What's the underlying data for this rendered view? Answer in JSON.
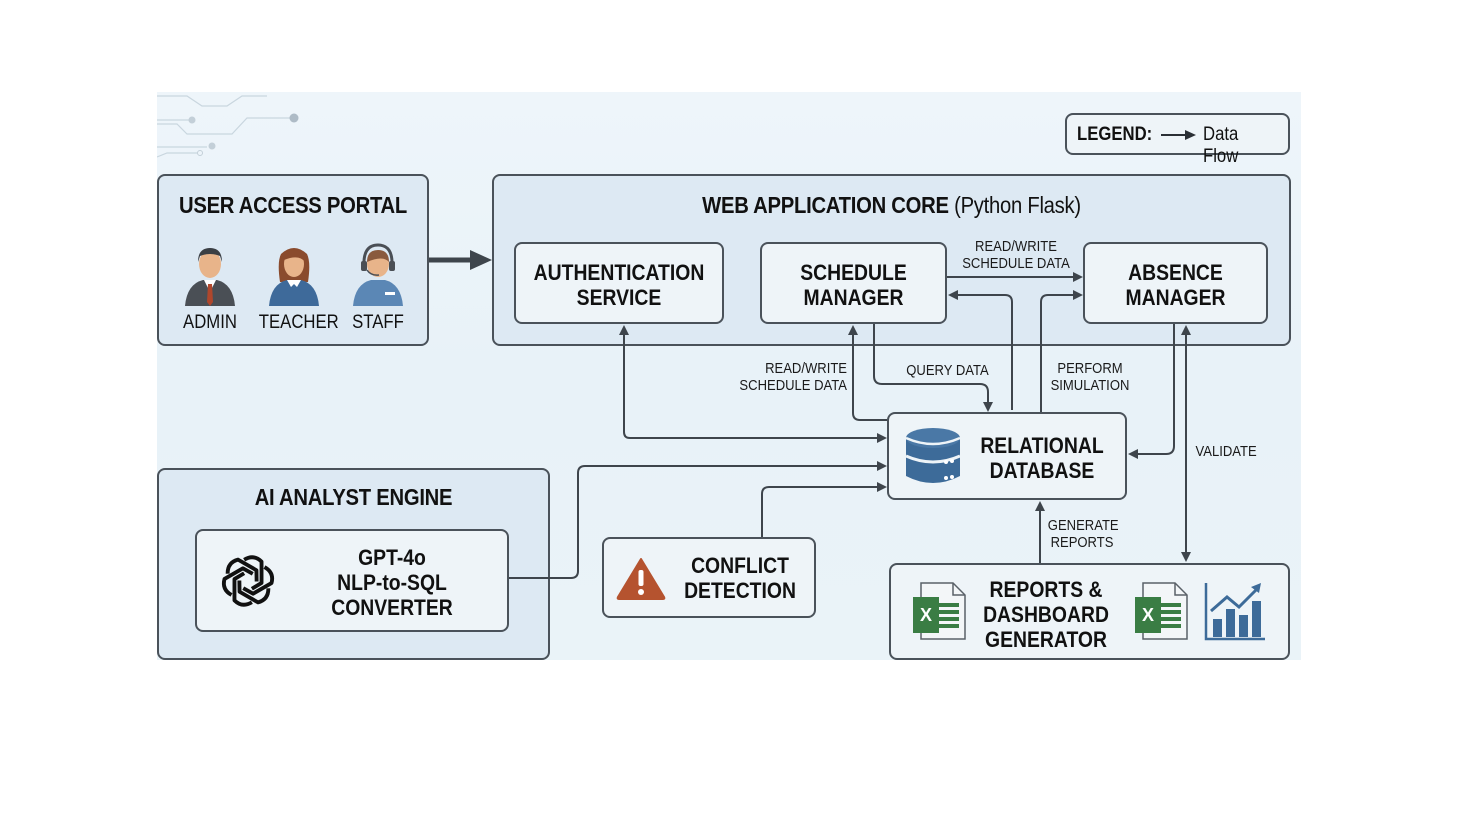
{
  "legend": {
    "title": "LEGEND:",
    "arrow_icon": "right-arrow-icon",
    "value": "Data Flow"
  },
  "user_access_portal": {
    "title": "USER ACCESS PORTAL",
    "roles": [
      {
        "label": "ADMIN",
        "icon": "admin-person-icon"
      },
      {
        "label": "TEACHER",
        "icon": "teacher-person-icon"
      },
      {
        "label": "STAFF",
        "icon": "staff-headset-person-icon"
      }
    ]
  },
  "web_app_core": {
    "title_bold": "WEB APPLICATION CORE",
    "title_light": "(Python Flask)",
    "components": {
      "auth": {
        "line1": "AUTHENTICATION",
        "line2": "SERVICE"
      },
      "schedule": {
        "line1": "SCHEDULE",
        "line2": "MANAGER"
      },
      "absence": {
        "line1": "ABSENCE",
        "line2": "MANAGER"
      }
    }
  },
  "database": {
    "line1": "RELATIONAL",
    "line2": "DATABASE",
    "icon": "database-icon"
  },
  "ai_engine": {
    "title": "AI ANALYST ENGINE",
    "component": {
      "line1": "GPT-4o",
      "line2": "NLP-to-SQL",
      "line3": "CONVERTER",
      "icon": "openai-logo-icon"
    }
  },
  "conflict": {
    "line1": "CONFLICT",
    "line2": "DETECTION",
    "icon": "warning-icon"
  },
  "reports": {
    "line1": "REPORTS &",
    "line2": "DASHBOARD",
    "line3": "GENERATOR",
    "icons": [
      "excel-file-icon",
      "excel-file-icon",
      "bar-chart-trend-icon"
    ]
  },
  "flow_labels": {
    "sched_to_absence": {
      "line1": "READ/WRITE",
      "line2": "SCHEDULE DATA"
    },
    "sched_db": {
      "line1": "READ/WRITE",
      "line2": "SCHEDULE DATA"
    },
    "query_data": "QUERY DATA",
    "perform_simulation": {
      "line1": "PERFORM",
      "line2": "SIMULATION"
    },
    "validate": "VALIDATE",
    "generate_reports": {
      "line1": "GENERATE",
      "line2": "REPORTS"
    }
  },
  "colors": {
    "background": "#e8f2f8",
    "group_fill": "#dde9f3",
    "node_fill": "#eef4f8",
    "stroke": "#4a525a",
    "db_blue": "#3d6b99",
    "excel_green": "#3a7d44",
    "warning_orange": "#b5532f"
  }
}
